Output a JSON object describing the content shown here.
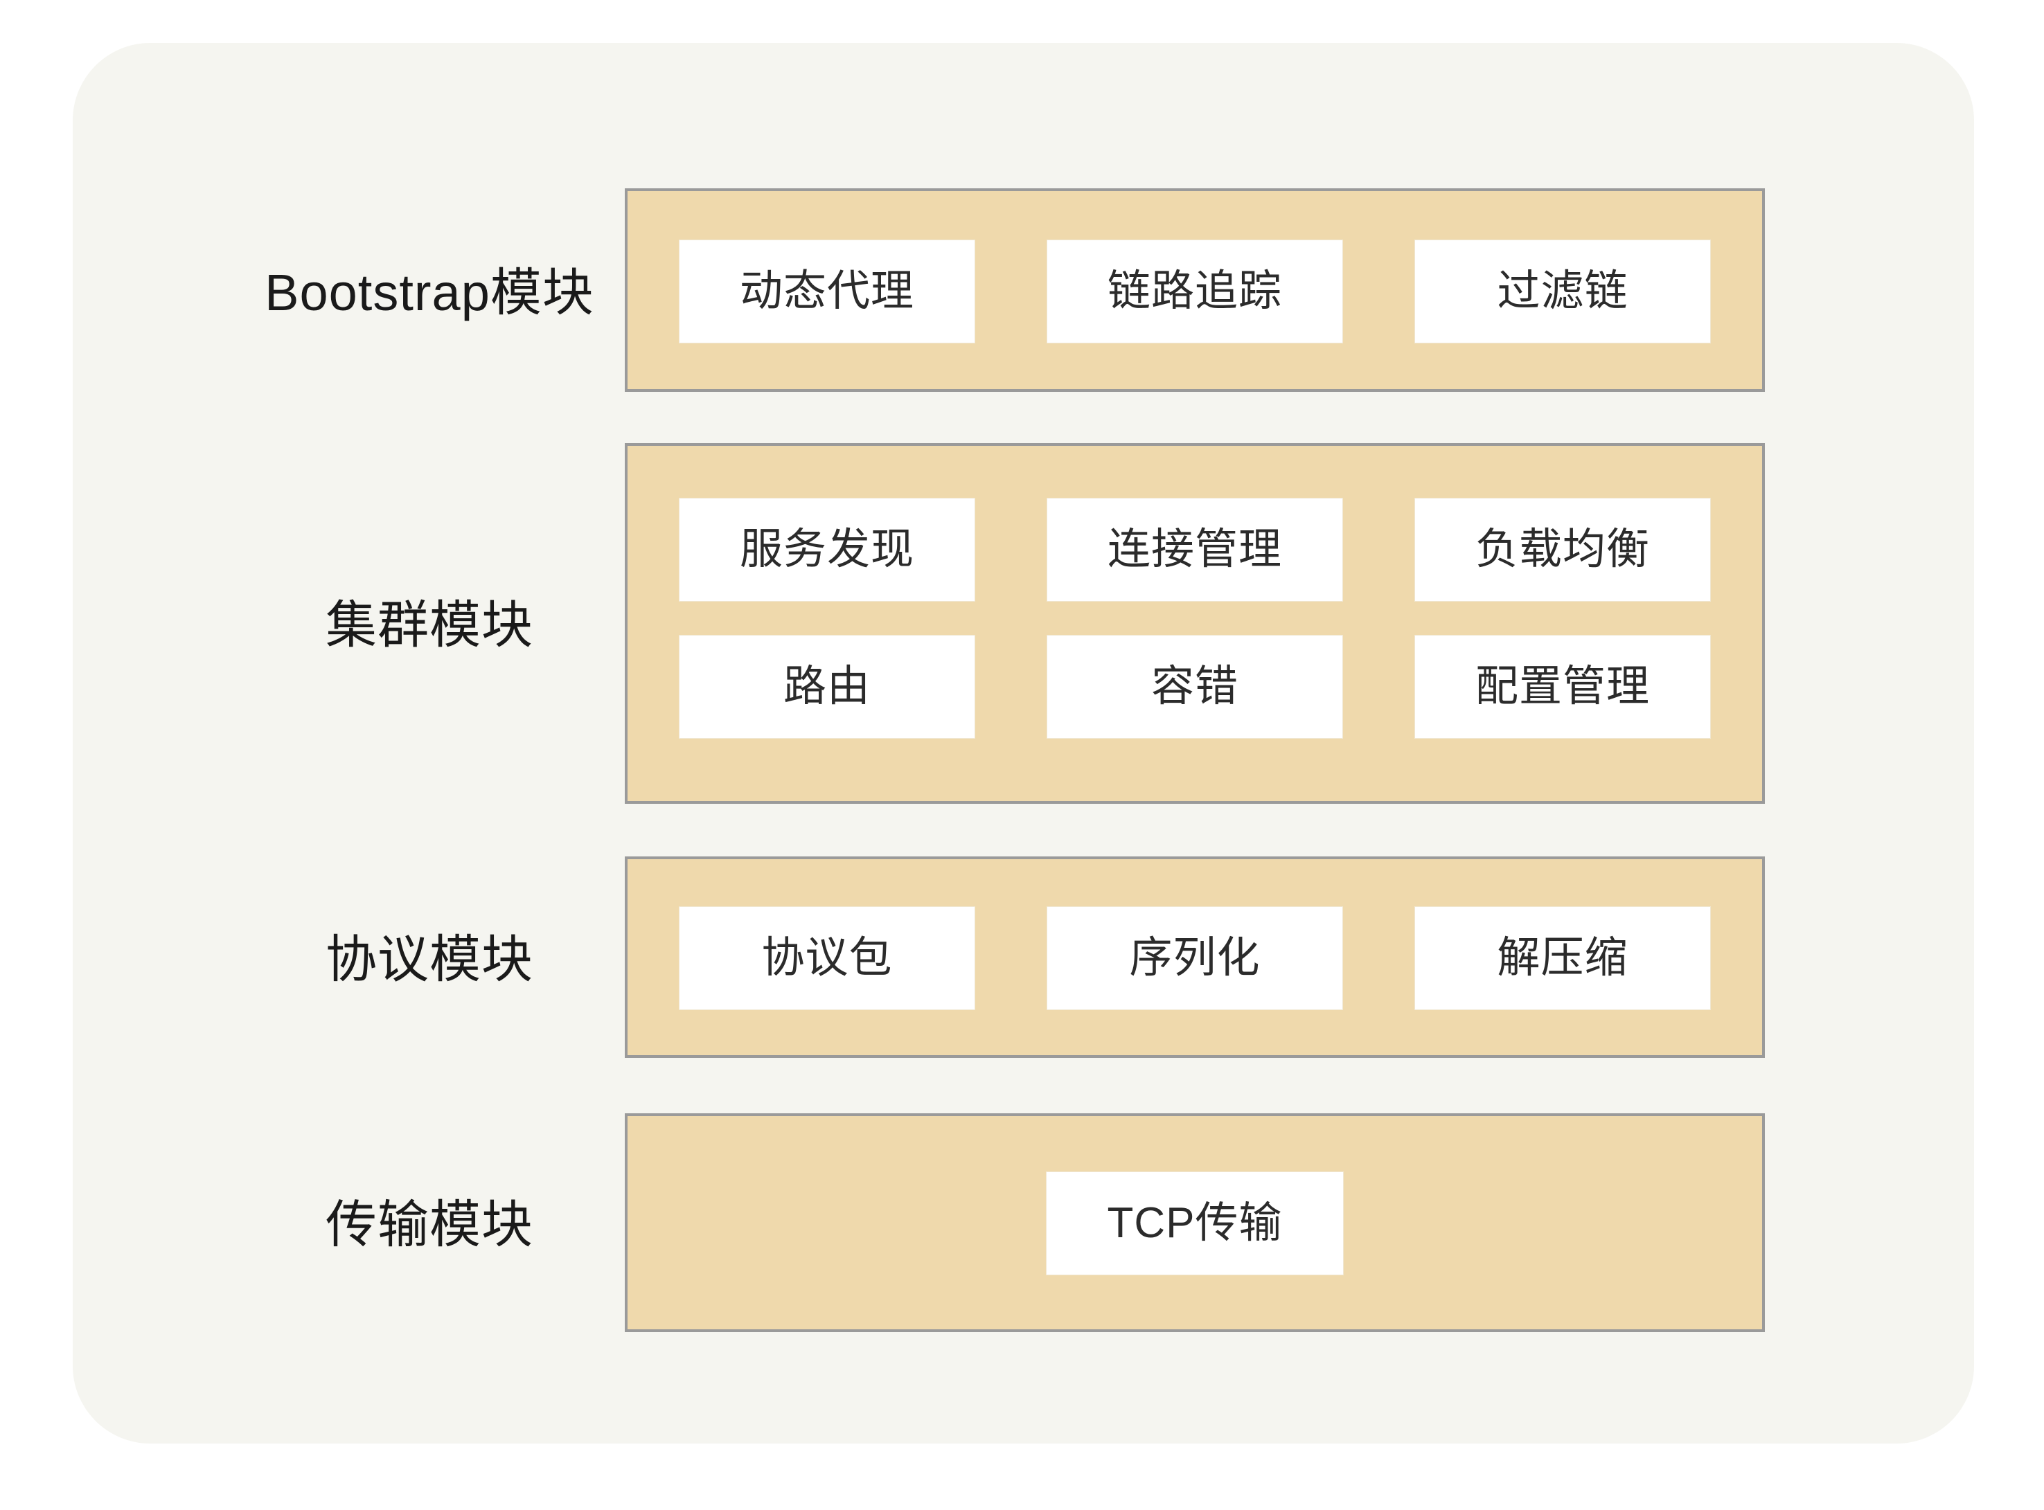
{
  "diagram": {
    "title_present": false,
    "colors": {
      "page_background": "#ffffff",
      "card_background": "#f5f5f0",
      "band_fill": "#efd9ac",
      "band_border": "#9a9a9a",
      "node_fill": "#ffffff",
      "label_text": "#1a1a1a",
      "node_text": "#2b2b2b"
    },
    "layers": [
      {
        "label": "Bootstrap模块",
        "rows": [
          [
            "动态代理",
            "链路追踪",
            "过滤链"
          ]
        ]
      },
      {
        "label": "集群模块",
        "rows": [
          [
            "服务发现",
            "连接管理",
            "负载均衡"
          ],
          [
            "路由",
            "容错",
            "配置管理"
          ]
        ]
      },
      {
        "label": "协议模块",
        "rows": [
          [
            "协议包",
            "序列化",
            "解压缩"
          ]
        ]
      },
      {
        "label": "传输模块",
        "rows": [
          [
            "TCP传输"
          ]
        ]
      }
    ]
  }
}
